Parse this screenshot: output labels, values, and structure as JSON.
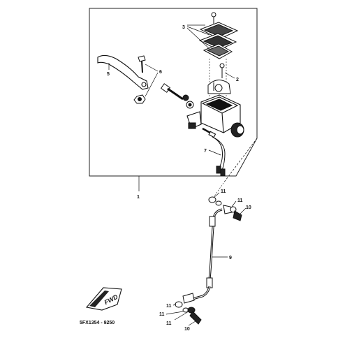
{
  "callouts": {
    "c1": "1",
    "c2": "2",
    "c3": "3",
    "c5": "5",
    "c6": "6",
    "c7": "7",
    "c9": "9",
    "c10a": "10",
    "c10b": "10",
    "c11a": "11",
    "c11b": "11",
    "c11c": "11",
    "c11d": "11"
  },
  "direction_badge": "FWD",
  "drawing_code": "5FX1354 - 9250"
}
